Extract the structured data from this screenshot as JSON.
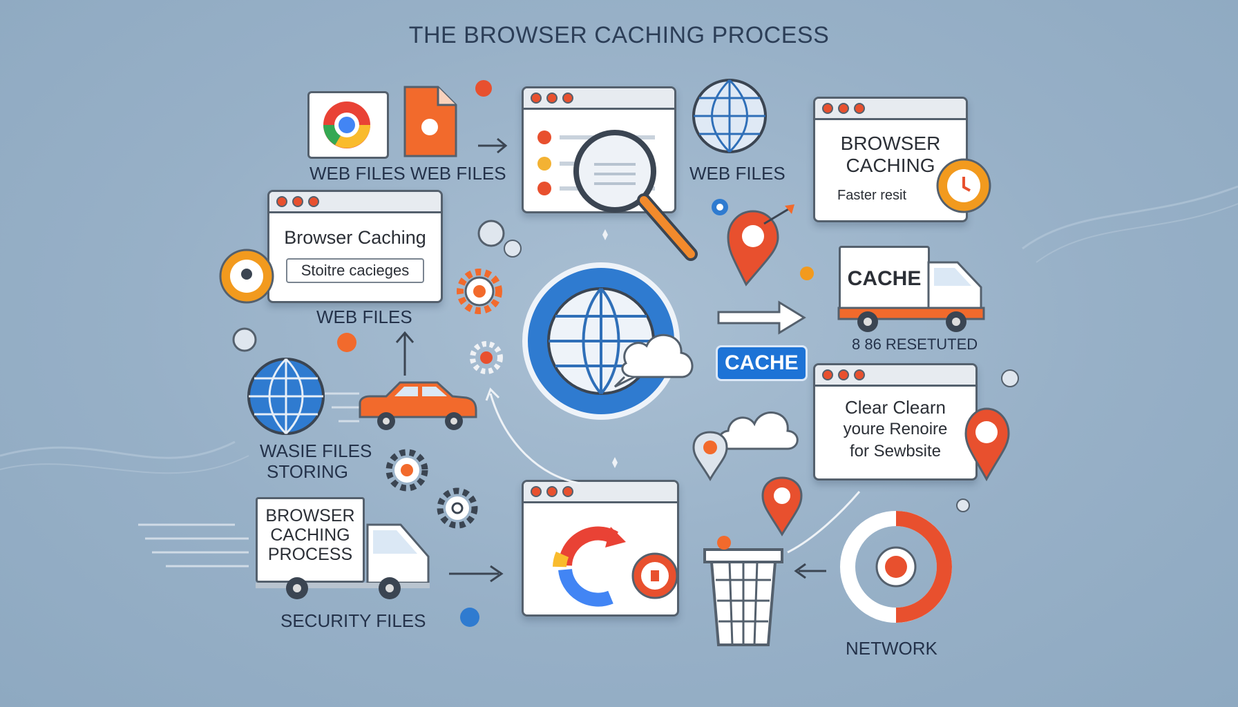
{
  "title": "THE BROWSER CACHING PROCESS",
  "labels": {
    "web_files_top_left": "WEB FILES WEB FILES",
    "web_files_top_center": "WEB FILES",
    "web_files_left": "WEB FILES",
    "waste_files": "WASIE FILES",
    "storing": "STORING",
    "security_files": "SECURITY FILES",
    "resetuted": "8 86  RESETUTED",
    "network": "NETWORK"
  },
  "windows": {
    "browser_caching_right": {
      "heading_line1": "BROWSER",
      "heading_line2": "CACHING",
      "sub": "Faster resit"
    },
    "browser_caching_left": {
      "heading": "Browser Caching",
      "sub": "Stoitre cacieges"
    },
    "clear_cache": {
      "line1": "Clear Clearn",
      "line2": "youre Renoire",
      "line3": "for Sewbsite"
    }
  },
  "trucks": {
    "cache_truck": "CACHE",
    "process_truck_line1": "BROWSER",
    "process_truck_line2": "CACHING",
    "process_truck_line3": "PROCESS"
  },
  "badges": {
    "cache": "CACHE"
  },
  "colors": {
    "background": "#97b0c7",
    "accent_orange": "#f26a2c",
    "accent_blue": "#2f7bd0",
    "outline": "#54606d"
  },
  "icons": [
    "chrome-icon",
    "file-icon",
    "magnifier-icon",
    "globe-icon",
    "map-pin-icon",
    "gear-icon",
    "car-icon",
    "truck-icon",
    "cloud-icon",
    "trash-icon",
    "refresh-icon",
    "donut-icon"
  ]
}
